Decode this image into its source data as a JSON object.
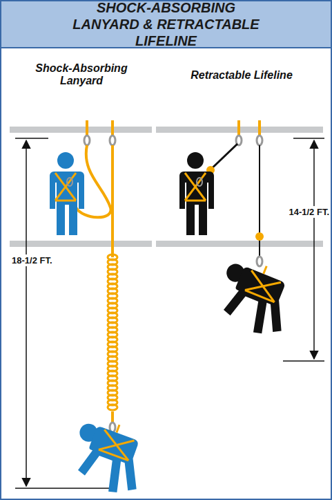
{
  "diagram": {
    "title": "SHOCK-ABSORBING LANYARD & RETRACTABLE LIFELINE",
    "labels": [
      "Shock-Absorbing Lanyard",
      "Retractable Lifeline",
      "18-1/2 FT.",
      "14-1/2 FT."
    ]
  }
}
